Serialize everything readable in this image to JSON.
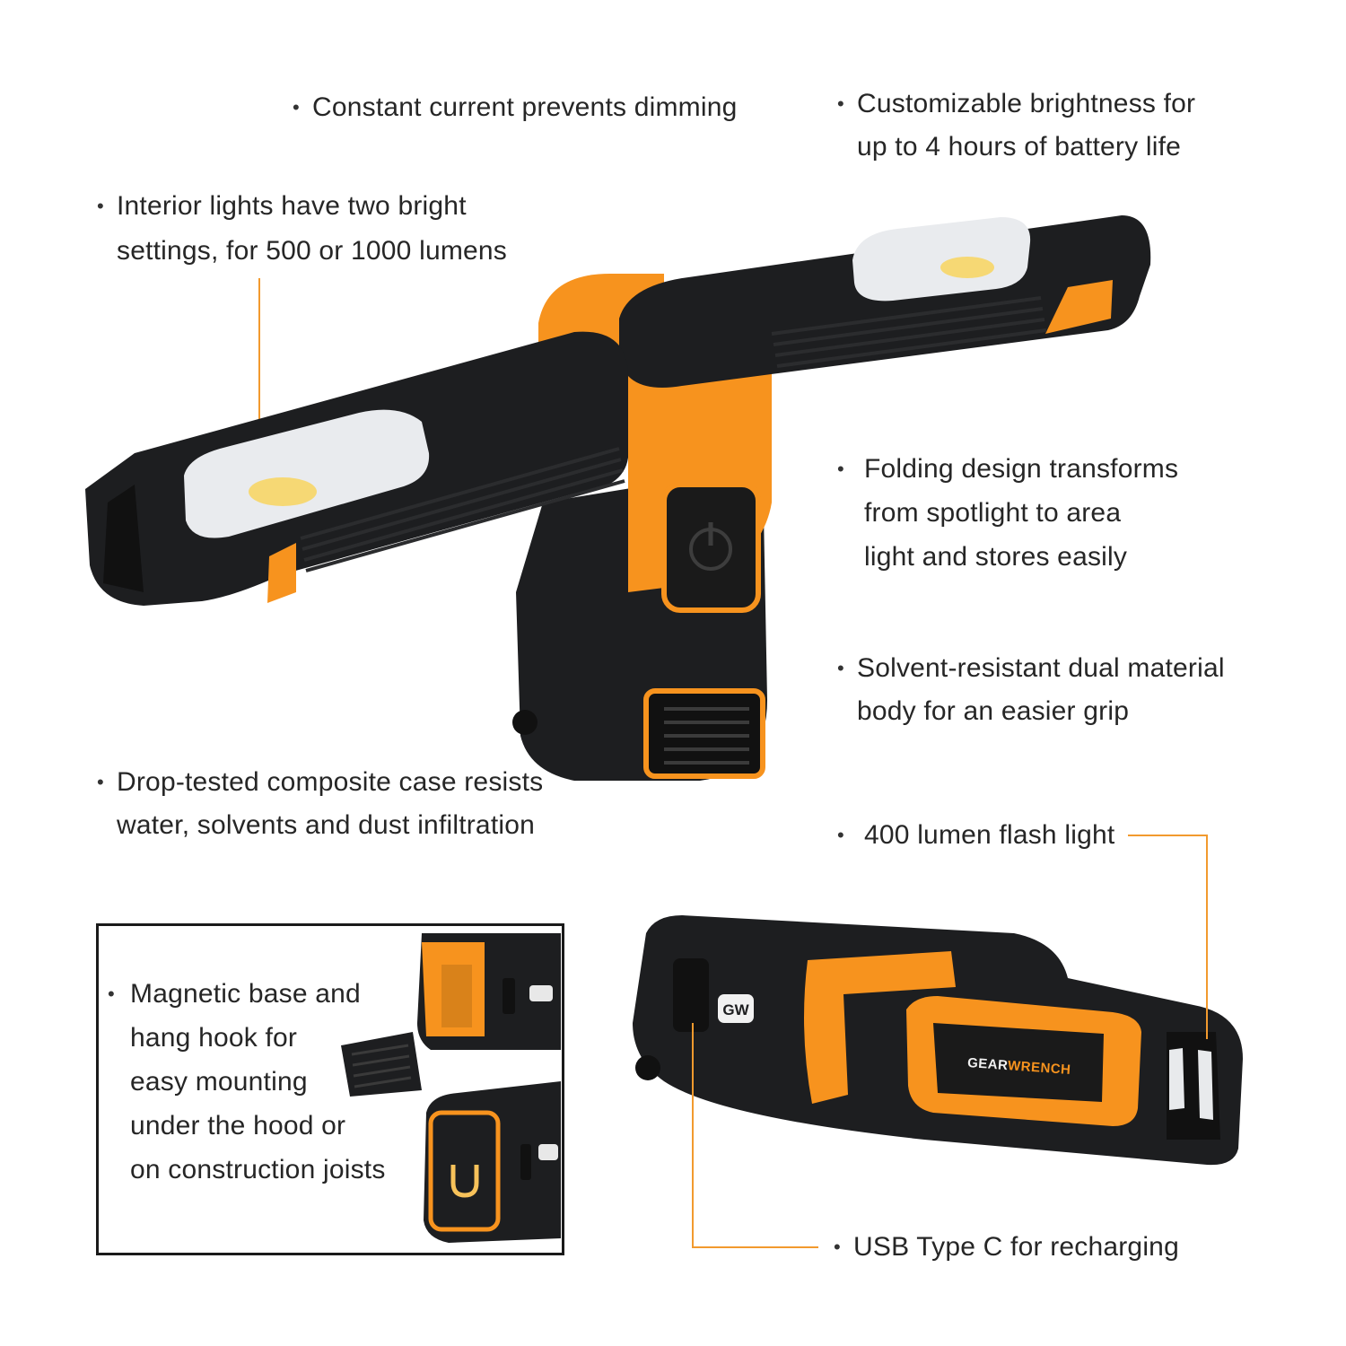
{
  "colors": {
    "accent": "#f7931e",
    "body": "#1d1e20",
    "text": "#262626",
    "leader": "#f29a2e"
  },
  "features": {
    "constant_current": {
      "lines": [
        "Constant current prevents dimming"
      ]
    },
    "brightness": {
      "lines": [
        "Customizable brightness for",
        "up to 4 hours of battery life"
      ]
    },
    "interior_lights": {
      "lines": [
        "Interior lights have two bright",
        "settings, for 500 or 1000 lumens"
      ]
    },
    "folding": {
      "lines": [
        "Folding design transforms",
        "from spotlight to area",
        "light and stores easily"
      ]
    },
    "solvent": {
      "lines": [
        "Solvent-resistant dual material",
        "body for an easier grip"
      ]
    },
    "drop_tested": {
      "lines": [
        "Drop-tested composite case resists",
        "water, solvents and dust infiltration"
      ]
    },
    "flashlight": {
      "lines": [
        "400 lumen flash light"
      ]
    },
    "magnetic": {
      "lines": [
        "Magnetic base and",
        "hang hook for",
        "easy mounting",
        "under the hood or",
        "on construction joists"
      ]
    },
    "usb": {
      "lines": [
        "USB Type C for recharging"
      ]
    }
  },
  "brand": {
    "badge": "GW",
    "name_part1": "GEAR",
    "name_part2": "WRENCH"
  },
  "icons": [
    "power-icon",
    "magnet-icon",
    "gw-logo-icon"
  ]
}
